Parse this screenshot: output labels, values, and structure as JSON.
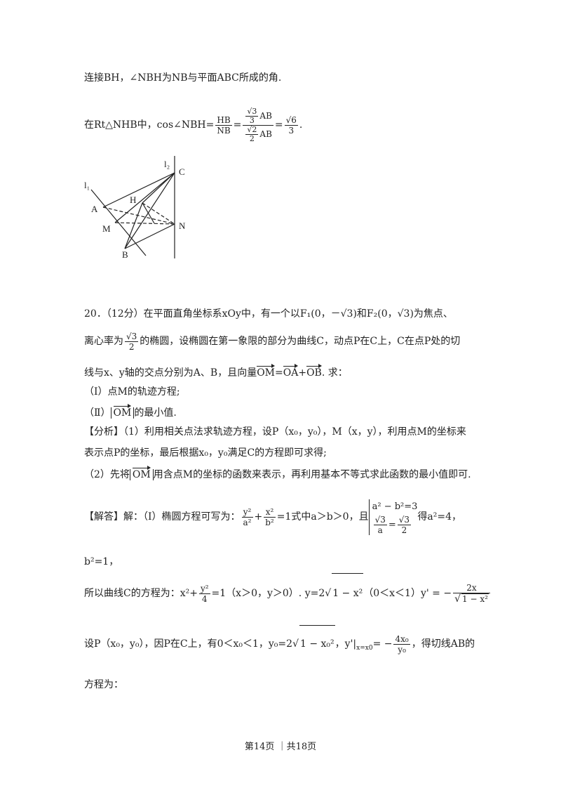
{
  "lines": {
    "l1": "连接BH，∠NBH为NB与平面ABC所成的角.",
    "l2_prefix": "在Rt△NHB中，cos∠NBH=",
    "l2_hb": "HB",
    "l2_nb": "NB",
    "l2_eq": "=",
    "l2_s3": "√3",
    "l2_3": "3",
    "l2_ab": "AB",
    "l2_s2": "√2",
    "l2_2": "2",
    "l2_eq2": "=",
    "l2_s6": "√6",
    "l2_3b": "3",
    "l2_dot": ".",
    "q20_a": "20．（12分）在平面直角坐标系xOy中，有一个以",
    "q20_f1": "F₁(0，－√3)",
    "q20_and": "和",
    "q20_f2": "F₂(0，√3)",
    "q20_b": "为焦点、",
    "l4_a": "离心率为",
    "l4_s3": "√3",
    "l4_2": "2",
    "l4_b": "的椭圆，设椭圆在第一象限的部分为曲线C，动点P在C上，C在点P处的切",
    "l5_a": "线与x、y轴的交点分别为A、B，且向量",
    "l5_om": "OM",
    "l5_eq": "=",
    "l5_oa": "OA",
    "l5_plus": "+",
    "l5_ob": "OB",
    "l5_b": ". 求：",
    "l6": "（Ⅰ）点M的轨迹方程;",
    "l7_a": "（Ⅱ）",
    "l7_om": "OM",
    "l7_b": "的最小值.",
    "l8": "【分析】（1）利用相关点法求轨迹方程，设P（x₀，y₀），M（x，y），利用点M的坐标来",
    "l9": "表示点P的坐标，最后根据x₀，y₀满足C的方程即可求得;",
    "l10_a": "（2）先将",
    "l10_om": "OM",
    "l10_b": "用含点M的坐标的函数来表示，再利用基本不等式求此函数的最小值即可.",
    "l11_a": "【解答】解：（Ⅰ）椭圆方程可写为：",
    "l11_y2": "y²",
    "l11_a2": "a²",
    "l11_plus": "+",
    "l11_x2": "x²",
    "l11_b2": "b²",
    "l11_b": "=1式中a＞b＞0，且",
    "l11_sys1": "a² − b²=3",
    "l11_sys2a": "√3",
    "l11_sys2b": "a",
    "l11_sys2eq": "=",
    "l11_sys2c": "√3",
    "l11_sys2d": "2",
    "l11_c": "得a²=4，",
    "l12": "b²=1，",
    "l13_a": "所以曲线C的方程为：x²+",
    "l13_y2": "y²",
    "l13_4": "4",
    "l13_b": "=1（x＞0，y＞0）. y=2",
    "l13_rad1": "1 − x²",
    "l13_c": "（0＜x＜1）y' = −",
    "l13_2x": "2x",
    "l13_rad2": "1 − x²",
    "l14_a": "设P（x₀，y₀），因P在C上，有0＜x₀＜1，y₀=2",
    "l14_rad": "1 − x₀²",
    "l14_b": "，y'|",
    "l14_sub": "x=x0",
    "l14_c": "= −",
    "l14_4x0": "4x₀",
    "l14_y0": "y₀",
    "l14_d": "，得切线AB的",
    "l15": "方程为：",
    "footer": "第14页 ｜共18页"
  },
  "figure": {
    "labels": [
      "l₁",
      "l₂",
      "C",
      "A",
      "H",
      "M",
      "N",
      "B"
    ]
  }
}
